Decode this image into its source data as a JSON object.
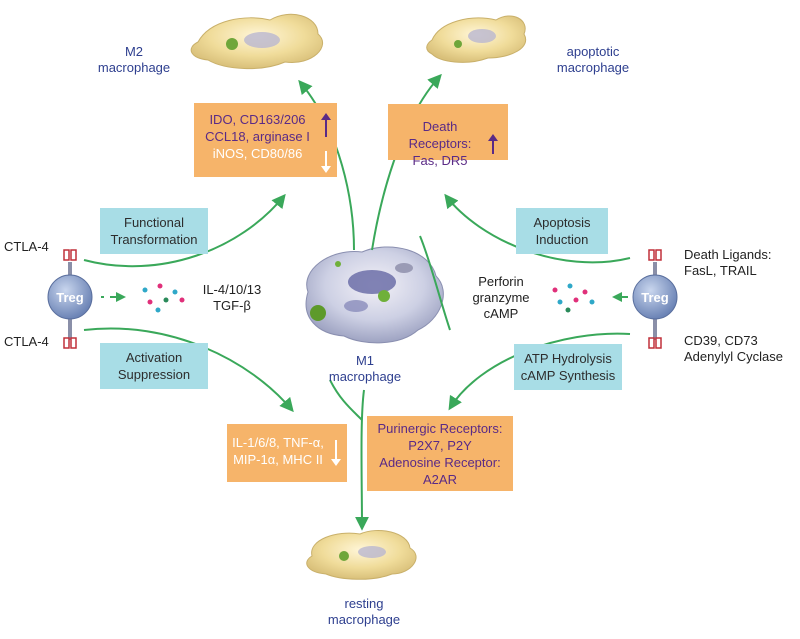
{
  "m2": {
    "line1": "M2",
    "line2": "macrophage"
  },
  "apoptotic": {
    "line1": "apoptotic",
    "line2": "macrophage"
  },
  "m1": {
    "line1": "M1",
    "line2": "macrophage"
  },
  "resting": {
    "line1": "resting",
    "line2": "macrophage"
  },
  "m2_box": {
    "line1": "IDO, CD163/206",
    "line2": "CCL18,  arginase I",
    "line3": "iNOS, CD80/86"
  },
  "apoptosis_box": {
    "line1": "Death Receptors:",
    "line2": "Fas, DR5"
  },
  "resting_box": {
    "line1": "IL-1/6/8, TNF-α,",
    "line2": "MIP-1α, MHC II"
  },
  "purinergic_box": {
    "line1": "Purinergic Receptors:",
    "line2": "P2X7, P2Y",
    "line3": "Adenosine Receptor:",
    "line4": "A2AR"
  },
  "functional": {
    "line1": "Functional",
    "line2": "Transformation"
  },
  "apoptosis_induction": {
    "line1": "Apoptosis",
    "line2": "Induction"
  },
  "activation": {
    "line1": "Activation",
    "line2": "Suppression"
  },
  "atp": {
    "line1": "ATP Hydrolysis",
    "line2": "cAMP Synthesis"
  },
  "left_treg": {
    "label": "Treg",
    "ctla_top": "CTLA-4",
    "ctla_bottom": "CTLA-4"
  },
  "right_treg": {
    "label": "Treg"
  },
  "cytokines": {
    "line1": "IL-4/10/13",
    "line2": "TGF-β"
  },
  "perforin": {
    "line1": "Perforin",
    "line2": "granzyme",
    "line3": "cAMP"
  },
  "death_ligands": {
    "line1": "Death Ligands:",
    "line2": "FasL, TRAIL"
  },
  "cd39": {
    "line1": "CD39, CD73",
    "line2": "Adenylyl Cyclase"
  },
  "colors": {
    "arrow": "#3aa85a",
    "cyan_box": "#a8dde6",
    "orange_box": "#f6b46a",
    "purple_text": "#5a2a86",
    "label_blue": "#2e3f8f",
    "treg": "#8aa0c8"
  },
  "icons": [
    "up-arrow-icon",
    "down-arrow-icon",
    "receptor-icon",
    "cytokine-dots-icon"
  ]
}
